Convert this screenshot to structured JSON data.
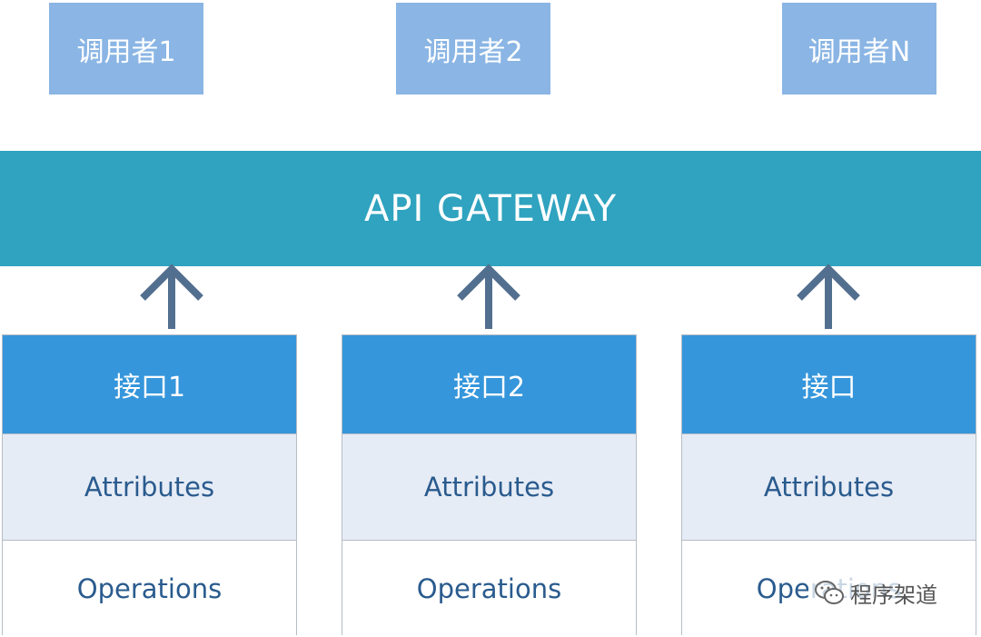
{
  "callers": [
    {
      "label": "调用者1"
    },
    {
      "label": "调用者2"
    },
    {
      "label": "调用者N"
    }
  ],
  "gateway": {
    "label": "API GATEWAY"
  },
  "interfaces": [
    {
      "header": "接口1",
      "attributes": "Attributes",
      "operations": "Operations"
    },
    {
      "header": "接口2",
      "attributes": "Attributes",
      "operations": "Operations"
    },
    {
      "header": "接口",
      "attributes": "Attributes",
      "operations": "Operations"
    }
  ],
  "watermark": {
    "text": "程序架道",
    "icon": "wechat-icon"
  },
  "colors": {
    "caller_box": "#8ab5e4",
    "gateway": "#2fa3bf",
    "interface_header": "#3596db",
    "attributes_bg": "#e6ecf6",
    "text_dark": "#2a5b8e",
    "arrow": "#536f8f"
  }
}
